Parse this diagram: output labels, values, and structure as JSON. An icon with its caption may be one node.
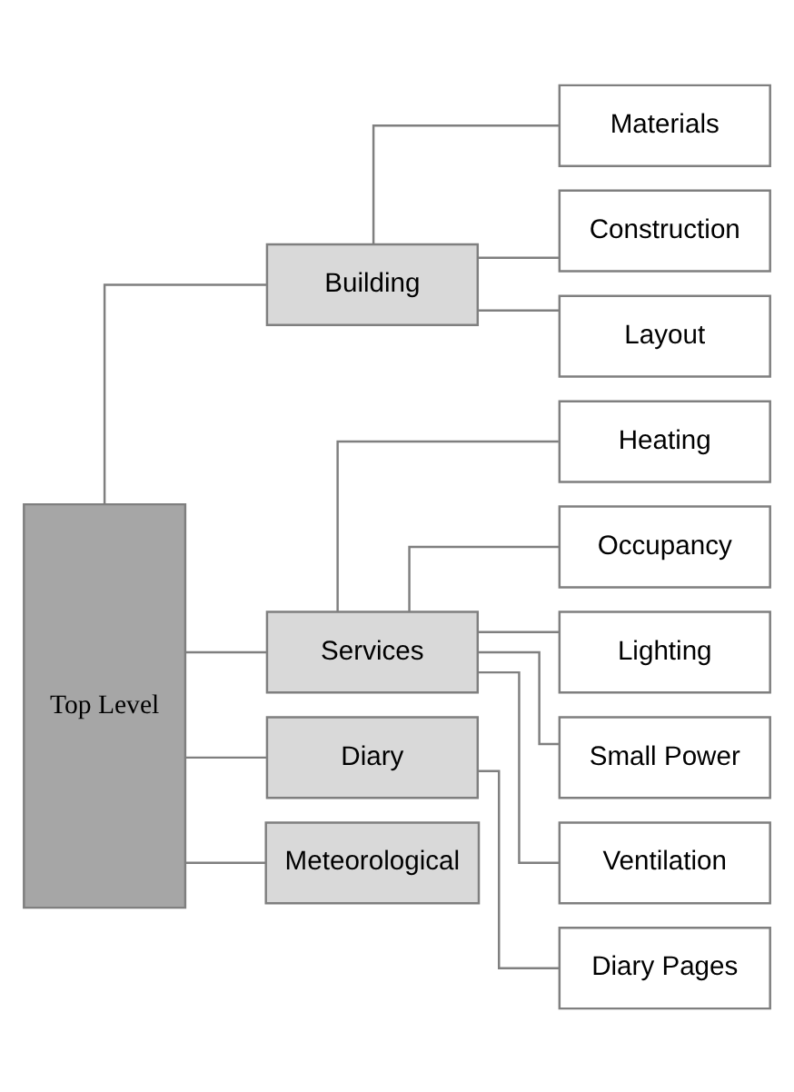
{
  "diagram": {
    "nodes": [
      {
        "text": [
          "Top Level"
        ]
      },
      {
        "text": [
          "Building"
        ]
      },
      {
        "text": [
          "Services"
        ]
      },
      {
        "text": [
          "Diary"
        ]
      },
      {
        "text": [
          "Meteorological"
        ]
      },
      {
        "text": [
          "Materials"
        ]
      },
      {
        "text": [
          "Construction"
        ]
      },
      {
        "text": [
          "Layout"
        ]
      },
      {
        "text": [
          "Heating"
        ]
      },
      {
        "text": [
          "Occupancy"
        ]
      },
      {
        "text": [
          "Lighting"
        ]
      },
      {
        "text": [
          "Small Power"
        ]
      },
      {
        "text": [
          "Ventilation"
        ]
      },
      {
        "text": [
          "Diary Pages"
        ]
      }
    ],
    "edges": [
      {
        "from": 0,
        "to": 1,
        "arrow": "none"
      },
      {
        "from": 0,
        "to": 2,
        "arrow": "none"
      },
      {
        "from": 0,
        "to": 3,
        "arrow": "none"
      },
      {
        "from": 0,
        "to": 4,
        "arrow": "none"
      },
      {
        "from": 1,
        "to": 5,
        "arrow": "none"
      },
      {
        "from": 1,
        "to": 6,
        "arrow": "none"
      },
      {
        "from": 1,
        "to": 7,
        "arrow": "none"
      },
      {
        "from": 2,
        "to": 8,
        "arrow": "none"
      },
      {
        "from": 2,
        "to": 9,
        "arrow": "none"
      },
      {
        "from": 2,
        "to": 10,
        "arrow": "none"
      },
      {
        "from": 2,
        "to": 11,
        "arrow": "none"
      },
      {
        "from": 2,
        "to": 12,
        "arrow": "none"
      },
      {
        "from": 3,
        "to": 13,
        "arrow": "none"
      }
    ]
  }
}
